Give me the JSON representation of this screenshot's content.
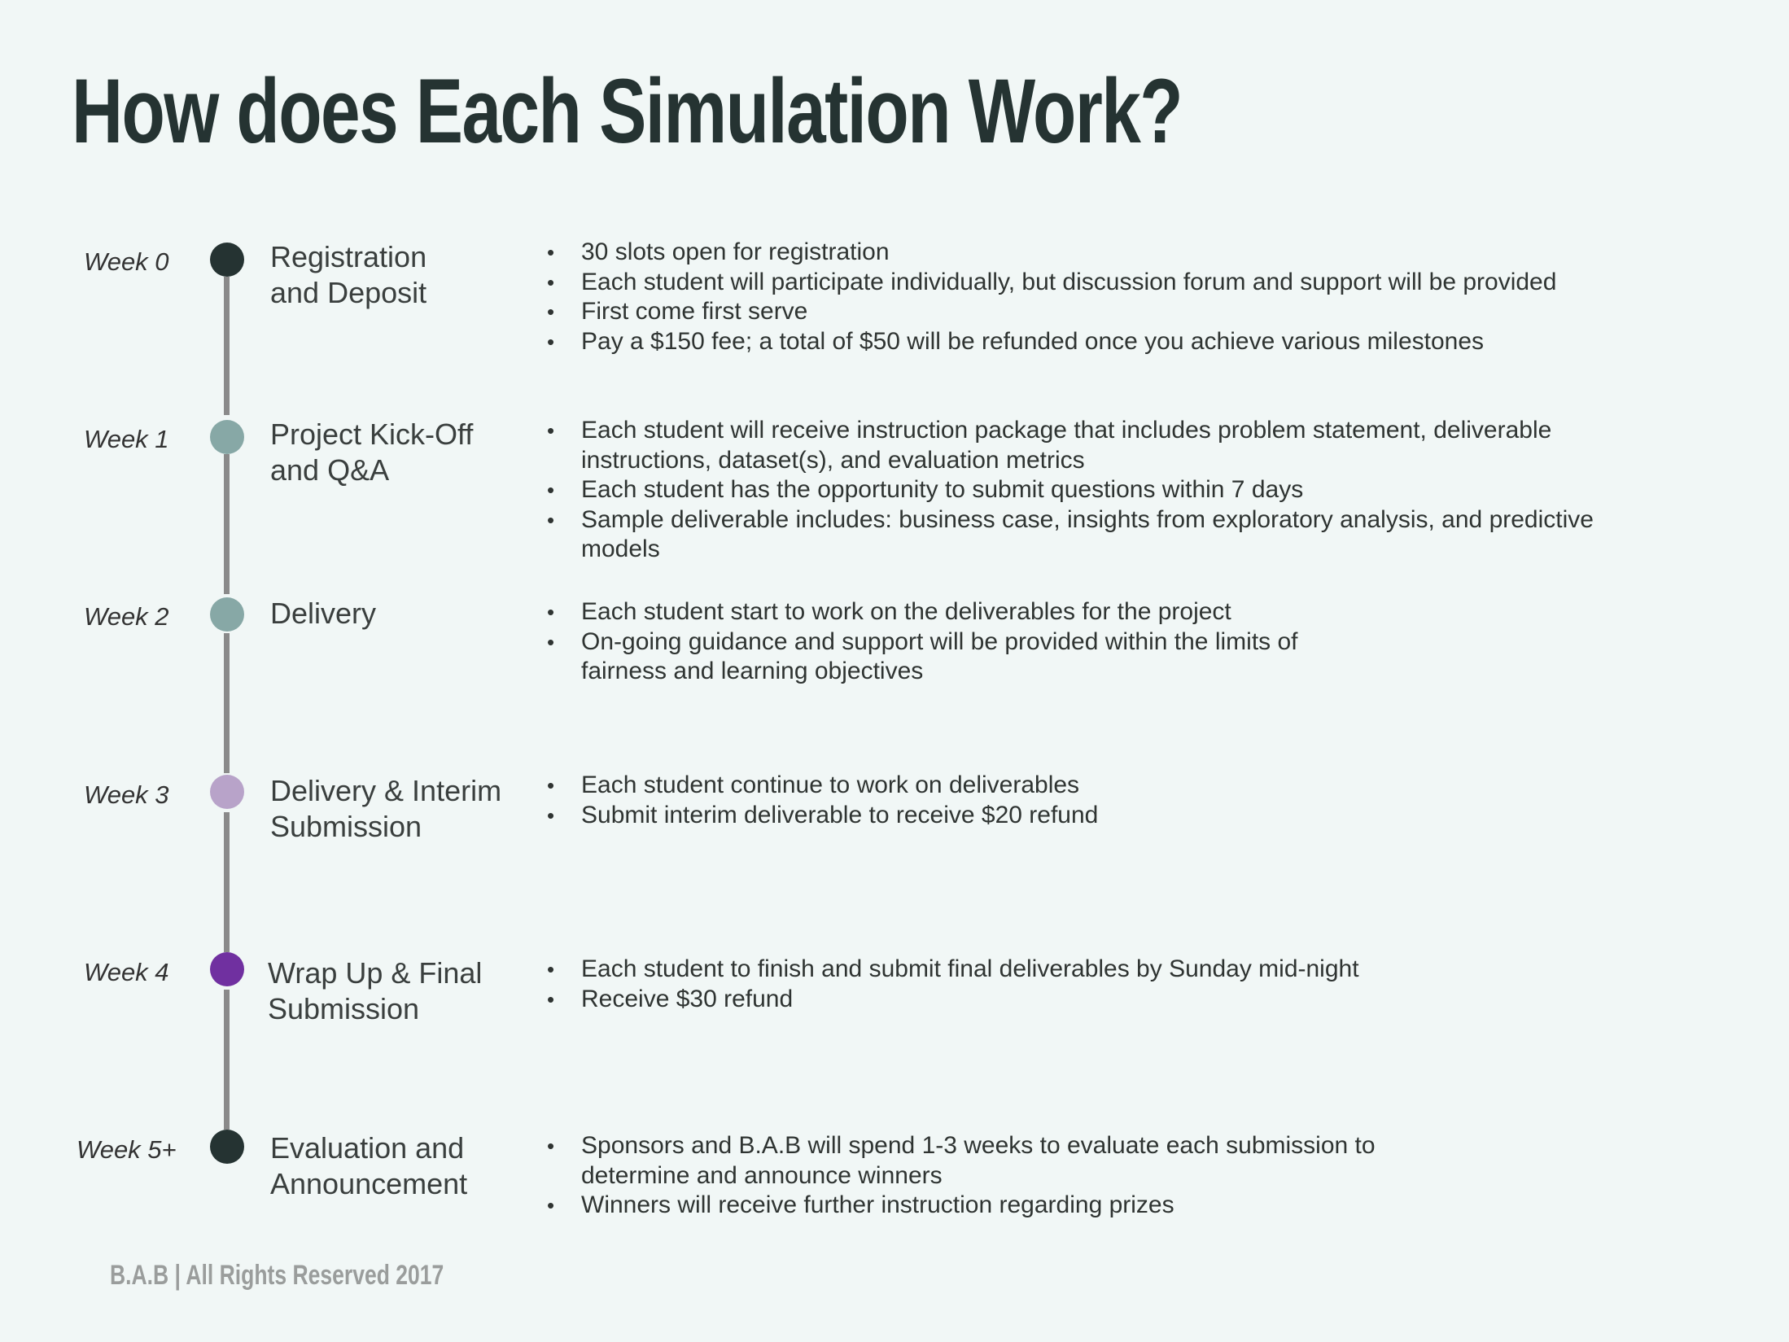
{
  "title": "How does Each Simulation Work?",
  "footer": "B.A.B | All Rights Reserved 2017",
  "colors": {
    "background": "#f1f7f6",
    "title": "#253332",
    "line": "#8a8a8a",
    "dark": "#253332",
    "teal": "#87a8a6",
    "lavender": "#b8a3c9",
    "purple": "#7030a0"
  },
  "phases": [
    {
      "week": "Week 0",
      "title_line1": "Registration",
      "title_line2": "and Deposit",
      "bullets": [
        "30 slots open for registration",
        "Each student will participate individually, but discussion forum and support will be provided",
        "First come first serve",
        "Pay a $150 fee; a total of $50 will be refunded once you achieve various milestones"
      ]
    },
    {
      "week": "Week 1",
      "title_line1": "Project Kick-Off",
      "title_line2": "and Q&A",
      "bullets": [
        "Each student will receive instruction package that includes problem statement, deliverable instructions, dataset(s), and evaluation metrics",
        "Each student has the opportunity to submit questions within 7 days",
        "Sample deliverable includes: business case, insights from exploratory analysis, and predictive models"
      ]
    },
    {
      "week": "Week 2",
      "title_line1": "Delivery",
      "title_line2": "",
      "bullets": [
        "Each student start to work on the deliverables for the project",
        "On-going guidance and support will be provided within the limits of fairness and learning objectives"
      ]
    },
    {
      "week": "Week 3",
      "title_line1": "Delivery & Interim",
      "title_line2": "Submission",
      "bullets": [
        "Each student continue to work on deliverables",
        "Submit interim deliverable to receive $20 refund"
      ]
    },
    {
      "week": "Week 4",
      "title_line1": "Wrap Up & Final",
      "title_line2": "Submission",
      "bullets": [
        "Each student to finish and submit final deliverables by Sunday mid-night",
        "Receive $30 refund"
      ]
    },
    {
      "week": "Week 5+",
      "title_line1": "Evaluation and",
      "title_line2": "Announcement",
      "bullets": [
        "Sponsors and B.A.B will spend 1-3 weeks to evaluate each submission to determine and announce winners",
        "Winners will receive further instruction regarding prizes"
      ]
    }
  ]
}
